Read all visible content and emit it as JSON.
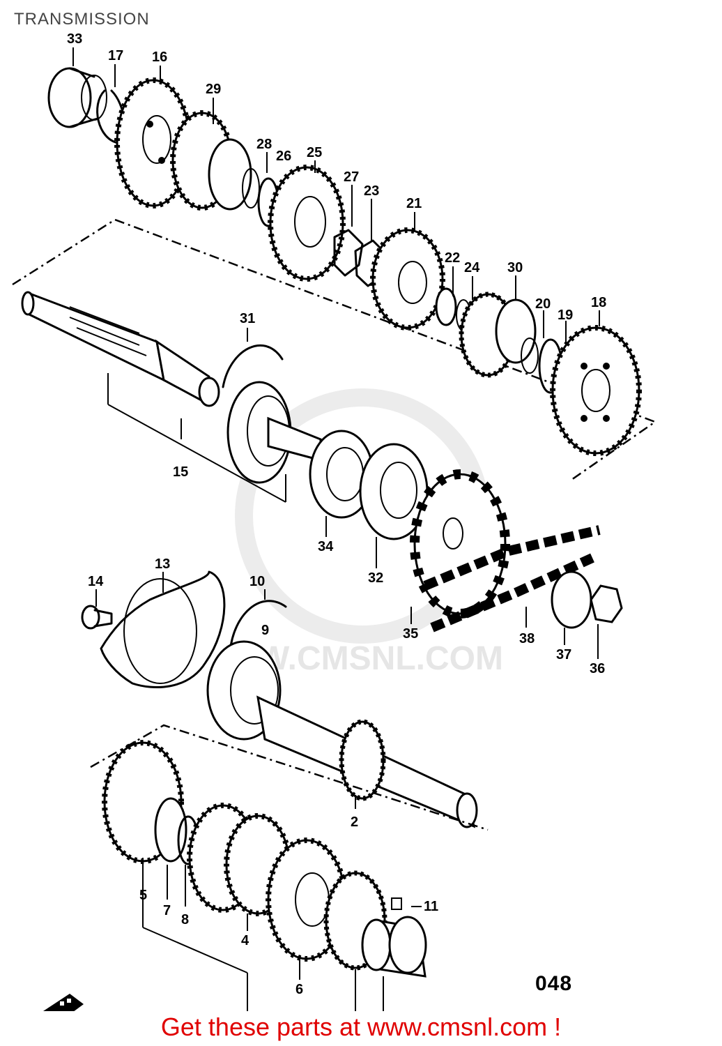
{
  "title": "TRANSMISSION",
  "diagram_code": "048",
  "watermark": "W.CMSNL.COM",
  "footer_text": "Get these parts at www.cmsnl.com !",
  "callouts": [
    "33",
    "17",
    "16",
    "29",
    "28",
    "26",
    "25",
    "27",
    "23",
    "21",
    "22",
    "24",
    "30",
    "20",
    "19",
    "18",
    "31",
    "15",
    "34",
    "32",
    "35",
    "38",
    "37",
    "36",
    "14",
    "13",
    "10",
    "9",
    "2",
    "5",
    "7",
    "8",
    "4",
    "6",
    "11"
  ]
}
